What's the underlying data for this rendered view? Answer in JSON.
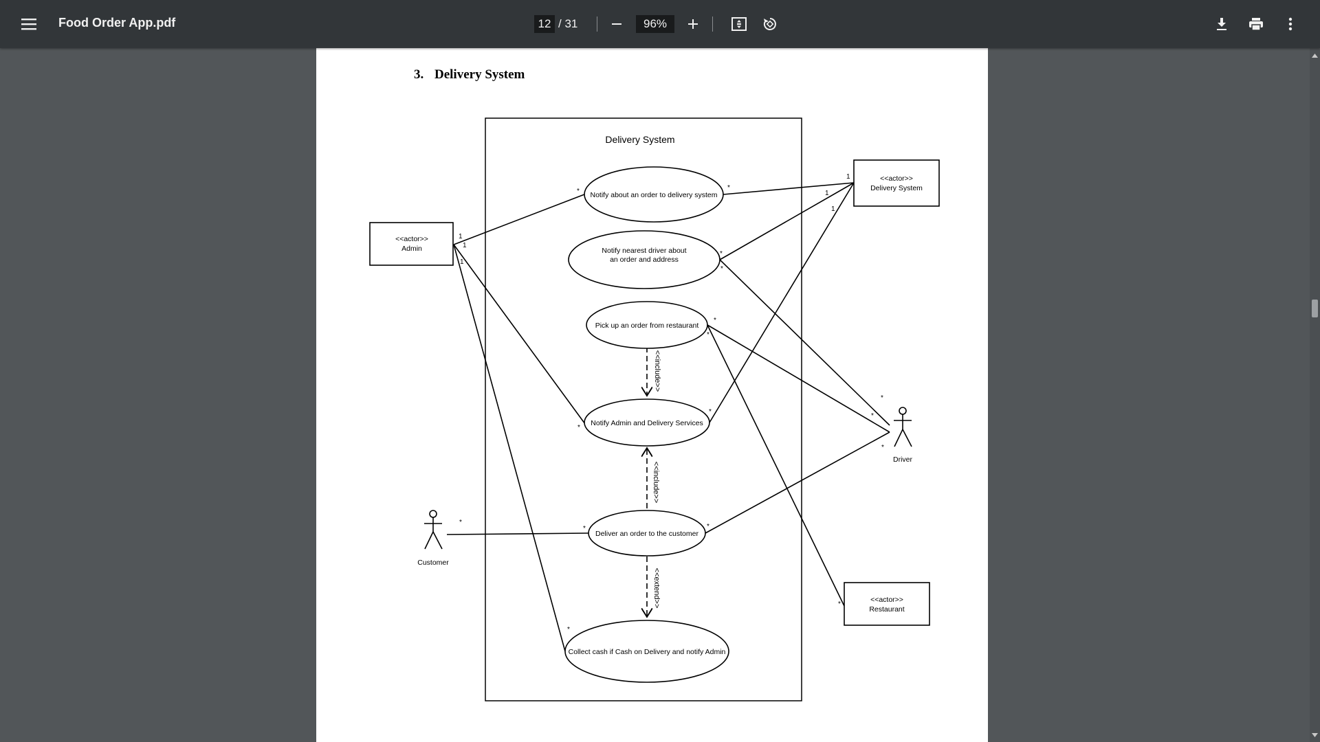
{
  "toolbar": {
    "menu_icon": "hamburger-menu-icon",
    "title": "Food Order App.pdf",
    "current_page": "12",
    "total_pages": "/ 31",
    "zoom": "96%",
    "icons": [
      "zoom-out-icon",
      "zoom-in-icon",
      "fit-to-page-icon",
      "rotate-icon",
      "download-icon",
      "print-icon",
      "more-vert-icon"
    ]
  },
  "document": {
    "section_number": "3.",
    "section_title": "Delivery System"
  },
  "diagram": {
    "system_label": "Delivery System",
    "actors": {
      "admin": {
        "stereotype": "<<actor>>",
        "name": "Admin"
      },
      "delivery_system": {
        "stereotype": "<<actor>>",
        "name": "Delivery System"
      },
      "restaurant": {
        "stereotype": "<<actor>>",
        "name": "Restaurant"
      },
      "driver": {
        "name": "Driver"
      },
      "customer": {
        "name": "Customer"
      }
    },
    "use_cases": {
      "uc1": "Notify about an order to delivery system",
      "uc2_line1": "Notify nearest driver about",
      "uc2_line2": "an order and address",
      "uc3": "Pick up an order from restaurant",
      "uc4": "Notify Admin and Delivery Services",
      "uc5": "Deliver an order to the customer",
      "uc6": "Collect cash if Cash on Delivery and notify Admin"
    },
    "relations": {
      "include": "<<include>>",
      "extend": "<<extend>>"
    },
    "multiplicity": {
      "one": "1",
      "many": "*"
    }
  },
  "colors": {
    "toolbar_bg": "#323639",
    "viewer_bg": "#525659",
    "page_bg": "#ffffff",
    "ink": "#000000"
  }
}
